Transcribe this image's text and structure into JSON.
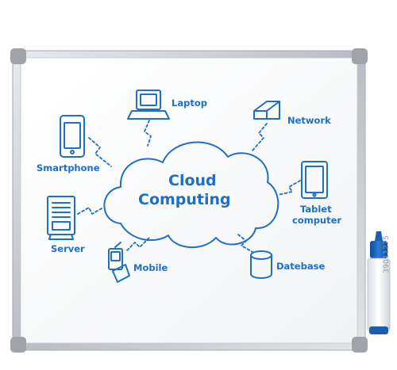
{
  "diagram": {
    "center": {
      "line1": "Cloud",
      "line2": "Computing"
    },
    "nodes": {
      "laptop": "Laptop",
      "network": "Network",
      "smartphone": "Smartphone",
      "tablet_line1": "Tablet",
      "tablet_line2": "computer",
      "server": "Server",
      "mobile": "Mobile",
      "database": "Datebase"
    }
  },
  "stock_id": "39011275",
  "colors": {
    "ink": "#1f6fc4",
    "frame": "#c9ccd1",
    "marker_cap": "#1a5fb0"
  },
  "icons": [
    "laptop-icon",
    "network-icon",
    "smartphone-icon",
    "tablet-icon",
    "server-icon",
    "mobile-phone-icon",
    "database-icon",
    "cloud-icon",
    "marker-icon"
  ]
}
